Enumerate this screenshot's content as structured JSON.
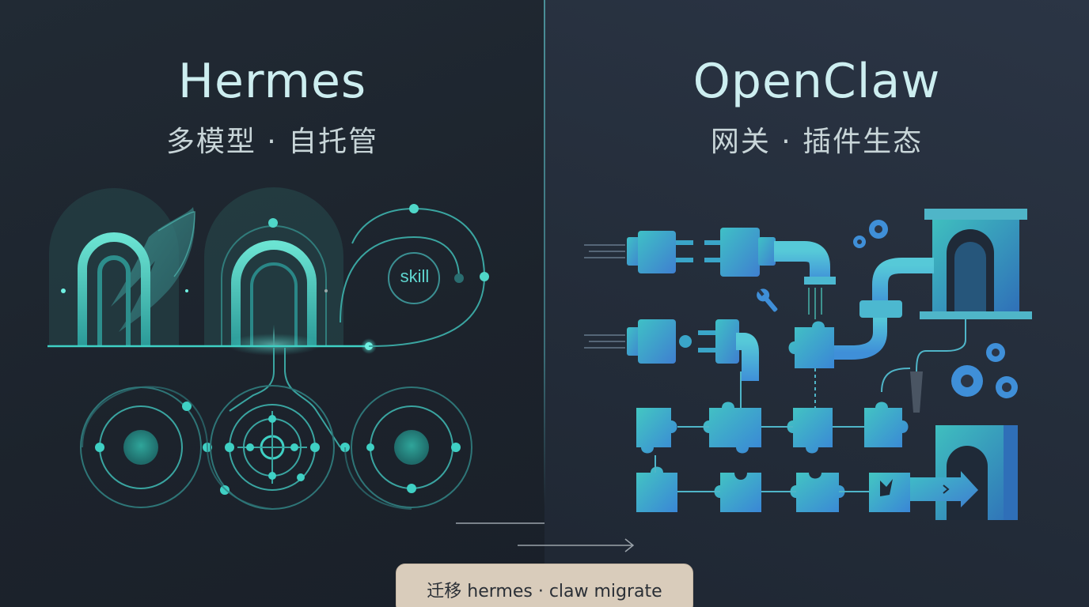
{
  "left": {
    "title": "Hermes",
    "subtitle": "多模型 · 自托管",
    "skill_label": "skill"
  },
  "right": {
    "title": "OpenClaw",
    "subtitle": "网关 · 插件生态"
  },
  "badge": {
    "label": "迁移 hermes · claw migrate"
  },
  "colors": {
    "teal": "#3fd0c4",
    "teal_dark": "#2b8f8f",
    "blue": "#3f8fd8",
    "badge_bg": "#d9ccbb"
  }
}
